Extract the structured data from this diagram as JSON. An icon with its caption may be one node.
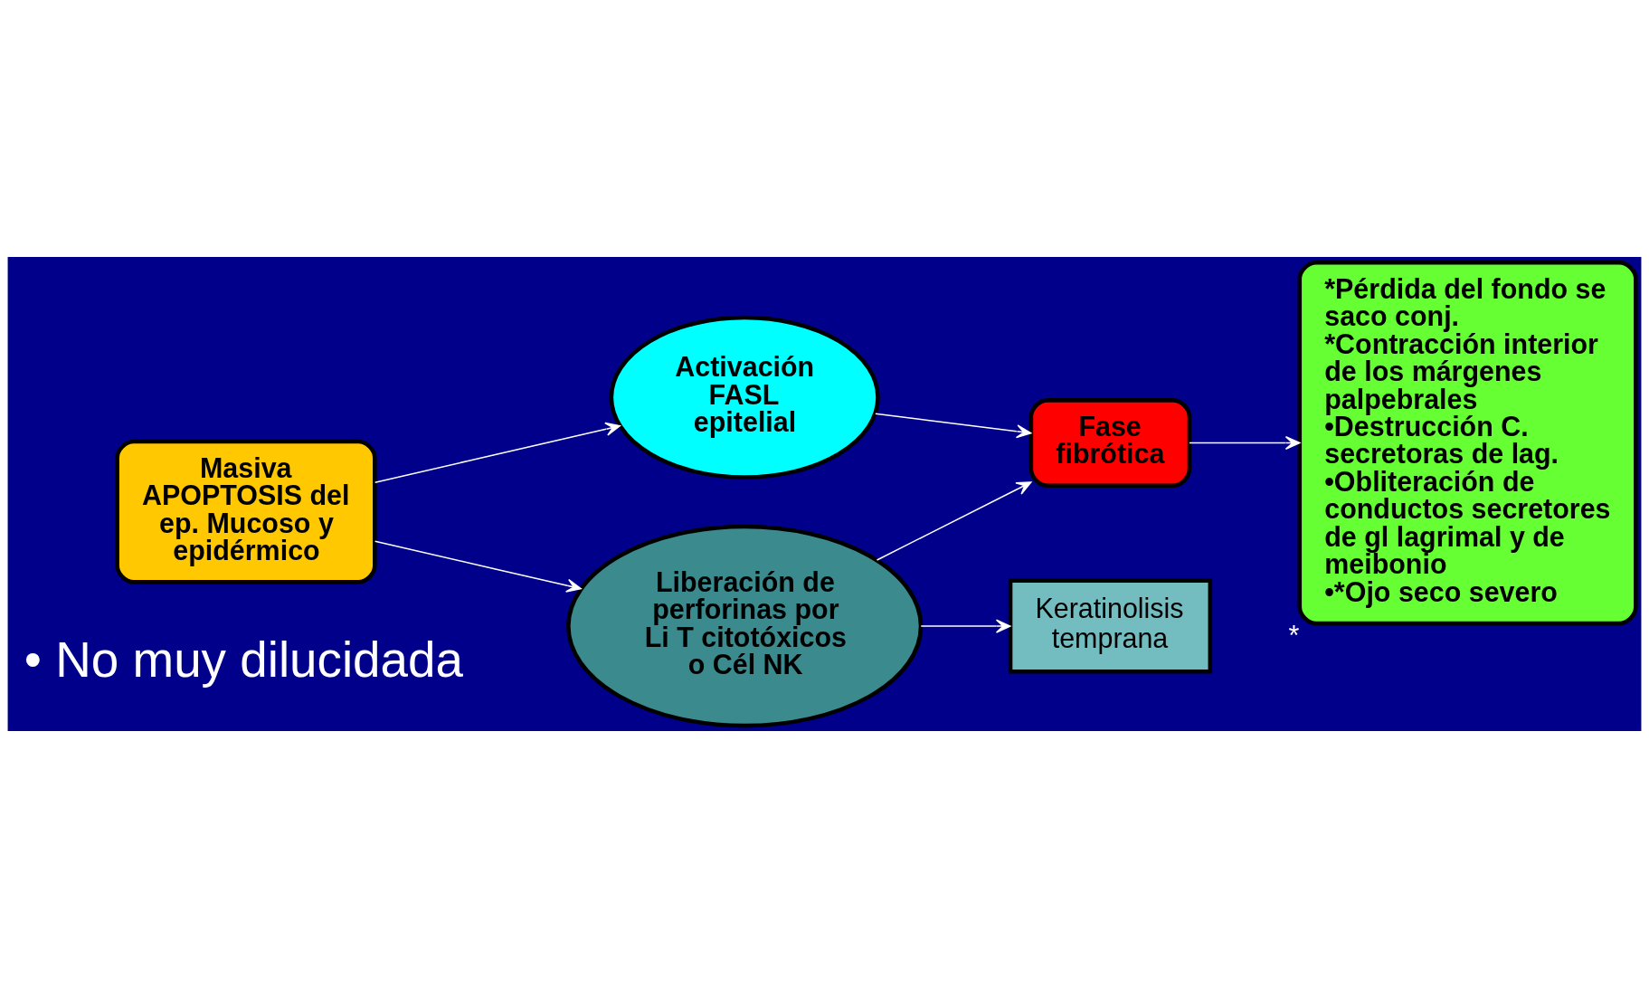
{
  "diagram": {
    "nodes": [
      {
        "text": [
          "Masiva APOPTOSIS del ep. Mucoso y epidérmico"
        ]
      },
      {
        "text": [
          "Activación FASL epitelial"
        ]
      },
      {
        "text": [
          "Liberación de perforinas por Li T citotóxicos o Cél NK"
        ]
      },
      {
        "text": [
          "Fase fibrótica"
        ]
      },
      {
        "text": [
          "Keratinolisis temprana"
        ]
      },
      {
        "text": [
          "*Pérdida del fondo se saco conj.",
          "*Contracción interior de los márgenes palpebrales",
          "•Destrucción C. secretoras de lag.",
          "•Obliteración de conductos secretores de gl lagrimal y de meibonio",
          "•*Ojo seco severo"
        ],
        "beside": [
          "*"
        ]
      }
    ],
    "edges": [
      {
        "from": 0,
        "to": 1,
        "arrow": "to"
      },
      {
        "from": 0,
        "to": 2,
        "arrow": "to"
      },
      {
        "from": 1,
        "to": 3,
        "arrow": "to"
      },
      {
        "from": 2,
        "to": 3,
        "arrow": "to"
      },
      {
        "from": 2,
        "to": 4,
        "arrow": "to"
      },
      {
        "from": 3,
        "to": 5,
        "arrow": "to"
      }
    ],
    "labels": [
      "• No muy dilucidada"
    ]
  }
}
